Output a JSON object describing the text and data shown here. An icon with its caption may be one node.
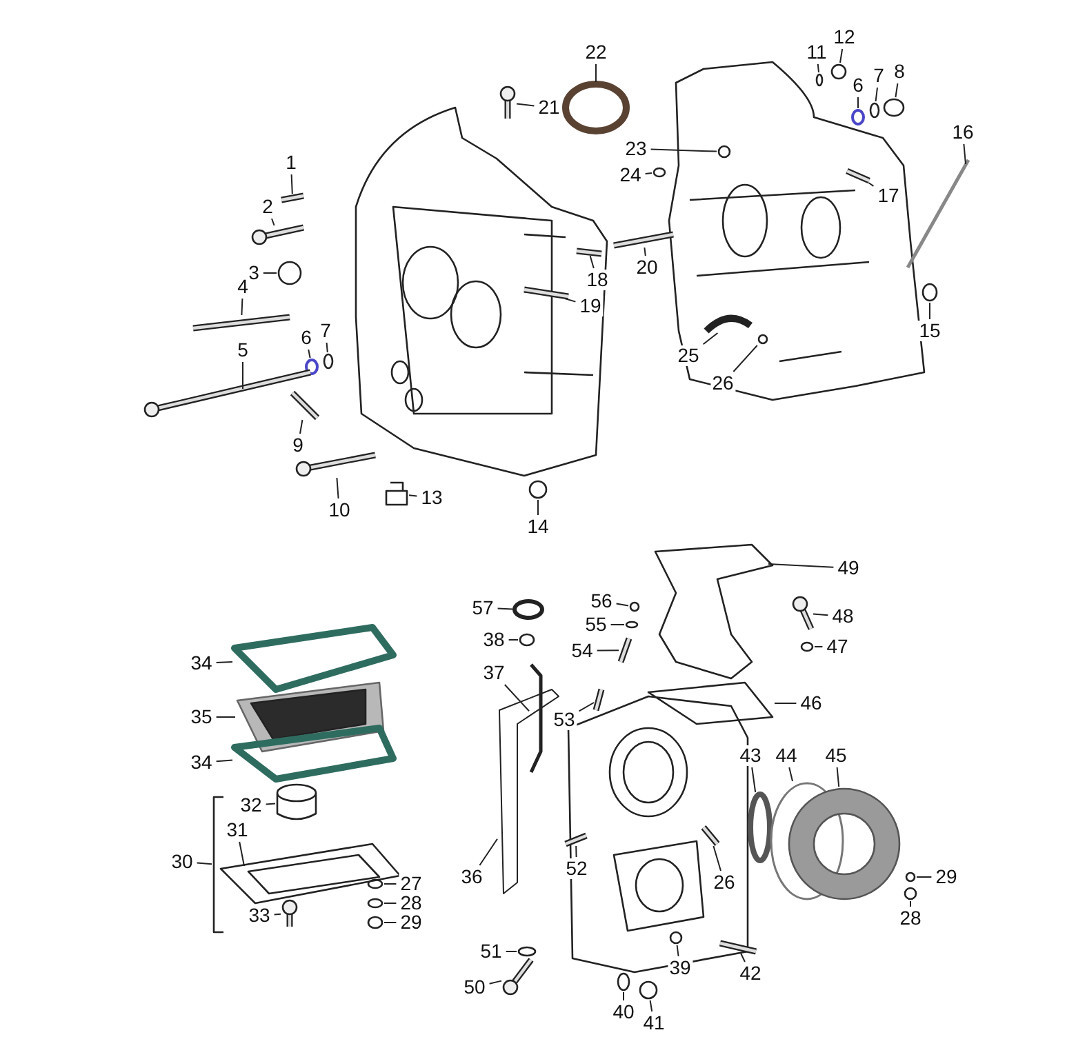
{
  "diagram": {
    "nodes": [
      {
        "text": [
          "22"
        ]
      },
      {
        "text": [
          "21"
        ]
      },
      {
        "text": [
          "11"
        ]
      },
      {
        "text": [
          "12"
        ]
      },
      {
        "text": [
          "6"
        ]
      },
      {
        "text": [
          "7"
        ]
      },
      {
        "text": [
          "8"
        ]
      },
      {
        "text": [
          "16"
        ]
      },
      {
        "text": [
          "1"
        ]
      },
      {
        "text": [
          "23"
        ]
      },
      {
        "text": [
          "24"
        ]
      },
      {
        "text": [
          "17"
        ]
      },
      {
        "text": [
          "2"
        ]
      },
      {
        "text": [
          "20"
        ]
      },
      {
        "text": [
          "3"
        ]
      },
      {
        "text": [
          "18"
        ]
      },
      {
        "text": [
          "19"
        ]
      },
      {
        "text": [
          "4"
        ]
      },
      {
        "text": [
          "6"
        ]
      },
      {
        "text": [
          "7"
        ]
      },
      {
        "text": [
          "15"
        ]
      },
      {
        "text": [
          "5"
        ]
      },
      {
        "text": [
          "25"
        ]
      },
      {
        "text": [
          "26"
        ]
      },
      {
        "text": [
          "9"
        ]
      },
      {
        "text": [
          "10"
        ]
      },
      {
        "text": [
          "13"
        ]
      },
      {
        "text": [
          "14"
        ]
      },
      {
        "text": [
          "49"
        ]
      },
      {
        "text": [
          "57"
        ]
      },
      {
        "text": [
          "56"
        ]
      },
      {
        "text": [
          "48"
        ]
      },
      {
        "text": [
          "55"
        ]
      },
      {
        "text": [
          "47"
        ]
      },
      {
        "text": [
          "54"
        ]
      },
      {
        "text": [
          "38"
        ]
      },
      {
        "text": [
          "34"
        ]
      },
      {
        "text": [
          "37"
        ]
      },
      {
        "text": [
          "46"
        ]
      },
      {
        "text": [
          "53"
        ]
      },
      {
        "text": [
          "35"
        ]
      },
      {
        "text": [
          "43"
        ]
      },
      {
        "text": [
          "44"
        ]
      },
      {
        "text": [
          "45"
        ]
      },
      {
        "text": [
          "34"
        ]
      },
      {
        "text": [
          "32"
        ]
      },
      {
        "text": [
          "31"
        ]
      },
      {
        "text": [
          "30"
        ]
      },
      {
        "text": [
          "52"
        ]
      },
      {
        "text": [
          "36"
        ]
      },
      {
        "text": [
          "26"
        ]
      },
      {
        "text": [
          "29"
        ]
      },
      {
        "text": [
          "27"
        ]
      },
      {
        "text": [
          "28"
        ]
      },
      {
        "text": [
          "28"
        ]
      },
      {
        "text": [
          "33"
        ]
      },
      {
        "text": [
          "29"
        ]
      },
      {
        "text": [
          "51"
        ]
      },
      {
        "text": [
          "39"
        ]
      },
      {
        "text": [
          "42"
        ]
      },
      {
        "text": [
          "50"
        ]
      },
      {
        "text": [
          "40"
        ]
      },
      {
        "text": [
          "41"
        ]
      },
      {
        "text": [],
        "shape": "circle"
      },
      {
        "text": [],
        "shape": "bar"
      },
      {
        "text": [],
        "shape": "circle"
      },
      {
        "text": [],
        "shape": "circle"
      },
      {
        "text": [],
        "shape": "circle"
      },
      {
        "text": [],
        "shape": "circle"
      },
      {
        "text": [],
        "shape": "circle"
      },
      {
        "text": [],
        "shape": "picture"
      },
      {
        "text": [],
        "shape": "bar"
      },
      {
        "text": [],
        "shape": "circle"
      },
      {
        "text": [],
        "shape": "circle"
      },
      {
        "text": [],
        "shape": "bar"
      },
      {
        "text": [],
        "shape": "bar"
      },
      {
        "text": [],
        "shape": "bar"
      },
      {
        "text": [],
        "shape": "circle"
      },
      {
        "text": [],
        "shape": "bar"
      },
      {
        "text": [],
        "shape": "bar"
      },
      {
        "text": [],
        "shape": "bar"
      },
      {
        "text": [],
        "shape": "circle"
      },
      {
        "text": [],
        "shape": "circle"
      },
      {
        "text": [],
        "shape": "circle"
      },
      {
        "text": [],
        "shape": "bar"
      },
      {
        "text": [],
        "shape": "picture"
      },
      {
        "text": [],
        "shape": "circle"
      },
      {
        "text": [],
        "shape": "bar"
      },
      {
        "text": [],
        "shape": "bar"
      },
      {
        "text": [],
        "shape": "picture"
      },
      {
        "text": [],
        "shape": "circle"
      },
      {
        "text": [],
        "shape": "picture"
      },
      {
        "text": [],
        "shape": "circle"
      },
      {
        "text": [],
        "shape": "circle"
      },
      {
        "text": [],
        "shape": "bar"
      },
      {
        "text": [],
        "shape": "circle"
      },
      {
        "text": [],
        "shape": "circle"
      },
      {
        "text": [],
        "shape": "bar"
      },
      {
        "text": [],
        "shape": "circle"
      },
      {
        "text": [],
        "shape": "picture"
      },
      {
        "text": [],
        "shape": "picture"
      },
      {
        "text": [],
        "shape": "picture"
      },
      {
        "text": [],
        "shape": "bar"
      },
      {
        "text": [],
        "shape": "picture"
      },
      {
        "text": [],
        "shape": "circle"
      },
      {
        "text": [],
        "shape": "circle"
      },
      {
        "text": [],
        "shape": "picture"
      },
      {
        "text": [],
        "shape": "picture"
      },
      {
        "text": [],
        "shape": "picture"
      },
      {
        "text": [],
        "shape": "picture"
      },
      {
        "text": [],
        "shape": "bracket"
      },
      {
        "text": [],
        "shape": "bar"
      },
      {
        "text": [],
        "shape": "picture"
      },
      {
        "text": [],
        "shape": "bar"
      },
      {
        "text": [],
        "shape": "circle"
      },
      {
        "text": [],
        "shape": "circle"
      },
      {
        "text": [],
        "shape": "circle"
      },
      {
        "text": [],
        "shape": "circle"
      },
      {
        "text": [],
        "shape": "bar"
      },
      {
        "text": [],
        "shape": "circle"
      },
      {
        "text": [],
        "shape": "circle"
      },
      {
        "text": [],
        "shape": "circle"
      },
      {
        "text": [],
        "shape": "bar"
      },
      {
        "text": [],
        "shape": "bar"
      },
      {
        "text": [],
        "shape": "circle"
      },
      {
        "text": [],
        "shape": "circle"
      }
    ],
    "edges": [
      {
        "from": 0,
        "to": 63,
        "arrow": "none"
      },
      {
        "from": 1,
        "to": 64,
        "arrow": "none"
      },
      {
        "from": 2,
        "to": 65,
        "arrow": "none"
      },
      {
        "from": 3,
        "to": 66,
        "arrow": "none"
      },
      {
        "from": 4,
        "to": 67,
        "arrow": "none"
      },
      {
        "from": 5,
        "to": 68,
        "arrow": "none"
      },
      {
        "from": 6,
        "to": 69,
        "arrow": "none"
      },
      {
        "from": 7,
        "to": 70,
        "arrow": "none"
      },
      {
        "from": 8,
        "to": 71,
        "arrow": "none"
      },
      {
        "from": 9,
        "to": 72,
        "arrow": "none"
      },
      {
        "from": 10,
        "to": 73,
        "arrow": "none"
      },
      {
        "from": 11,
        "to": 74,
        "arrow": "none"
      },
      {
        "from": 12,
        "to": 75,
        "arrow": "none"
      },
      {
        "from": 13,
        "to": 76,
        "arrow": "none"
      },
      {
        "from": 14,
        "to": 77,
        "arrow": "none"
      },
      {
        "from": 15,
        "to": 78,
        "arrow": "none"
      },
      {
        "from": 16,
        "to": 79,
        "arrow": "none"
      },
      {
        "from": 17,
        "to": 80,
        "arrow": "none"
      },
      {
        "from": 18,
        "to": 81,
        "arrow": "none"
      },
      {
        "from": 19,
        "to": 82,
        "arrow": "none"
      },
      {
        "from": 20,
        "to": 83,
        "arrow": "none"
      },
      {
        "from": 21,
        "to": 84,
        "arrow": "none"
      },
      {
        "from": 22,
        "to": 85,
        "arrow": "none"
      },
      {
        "from": 23,
        "to": 86,
        "arrow": "none"
      },
      {
        "from": 24,
        "to": 87,
        "arrow": "none"
      },
      {
        "from": 25,
        "to": 88,
        "arrow": "none"
      },
      {
        "from": 26,
        "to": 89,
        "arrow": "none"
      },
      {
        "from": 27,
        "to": 90,
        "arrow": "none"
      },
      {
        "from": 28,
        "to": 91,
        "arrow": "none"
      },
      {
        "from": 29,
        "to": 92,
        "arrow": "none"
      },
      {
        "from": 30,
        "to": 93,
        "arrow": "none"
      },
      {
        "from": 31,
        "to": 94,
        "arrow": "none"
      },
      {
        "from": 32,
        "to": 95,
        "arrow": "none"
      },
      {
        "from": 33,
        "to": 96,
        "arrow": "none"
      },
      {
        "from": 34,
        "to": 97,
        "arrow": "none"
      },
      {
        "from": 35,
        "to": 98,
        "arrow": "none"
      },
      {
        "from": 36,
        "to": 99,
        "arrow": "none"
      },
      {
        "from": 37,
        "to": 100,
        "arrow": "none"
      },
      {
        "from": 38,
        "to": 101,
        "arrow": "none"
      },
      {
        "from": 39,
        "to": 102,
        "arrow": "none"
      },
      {
        "from": 40,
        "to": 103,
        "arrow": "none"
      },
      {
        "from": 41,
        "to": 104,
        "arrow": "none"
      },
      {
        "from": 42,
        "to": 105,
        "arrow": "none"
      },
      {
        "from": 43,
        "to": 106,
        "arrow": "none"
      },
      {
        "from": 44,
        "to": 107,
        "arrow": "none"
      },
      {
        "from": 45,
        "to": 108,
        "arrow": "none"
      },
      {
        "from": 46,
        "to": 109,
        "arrow": "none"
      },
      {
        "from": 47,
        "to": 110,
        "arrow": "none"
      },
      {
        "from": 48,
        "to": 111,
        "arrow": "none"
      },
      {
        "from": 49,
        "to": 112,
        "arrow": "none"
      },
      {
        "from": 50,
        "to": 113,
        "arrow": "none"
      },
      {
        "from": 51,
        "to": 114,
        "arrow": "none"
      },
      {
        "from": 52,
        "to": 115,
        "arrow": "none"
      },
      {
        "from": 53,
        "to": 116,
        "arrow": "none"
      },
      {
        "from": 54,
        "to": 117,
        "arrow": "none"
      },
      {
        "from": 55,
        "to": 118,
        "arrow": "none"
      },
      {
        "from": 56,
        "to": 119,
        "arrow": "none"
      },
      {
        "from": 57,
        "to": 120,
        "arrow": "none"
      },
      {
        "from": 58,
        "to": 121,
        "arrow": "none"
      },
      {
        "from": 59,
        "to": 122,
        "arrow": "none"
      },
      {
        "from": 60,
        "to": 123,
        "arrow": "none"
      },
      {
        "from": 61,
        "to": 124,
        "arrow": "none"
      },
      {
        "from": 62,
        "to": 125,
        "arrow": "none"
      }
    ]
  }
}
